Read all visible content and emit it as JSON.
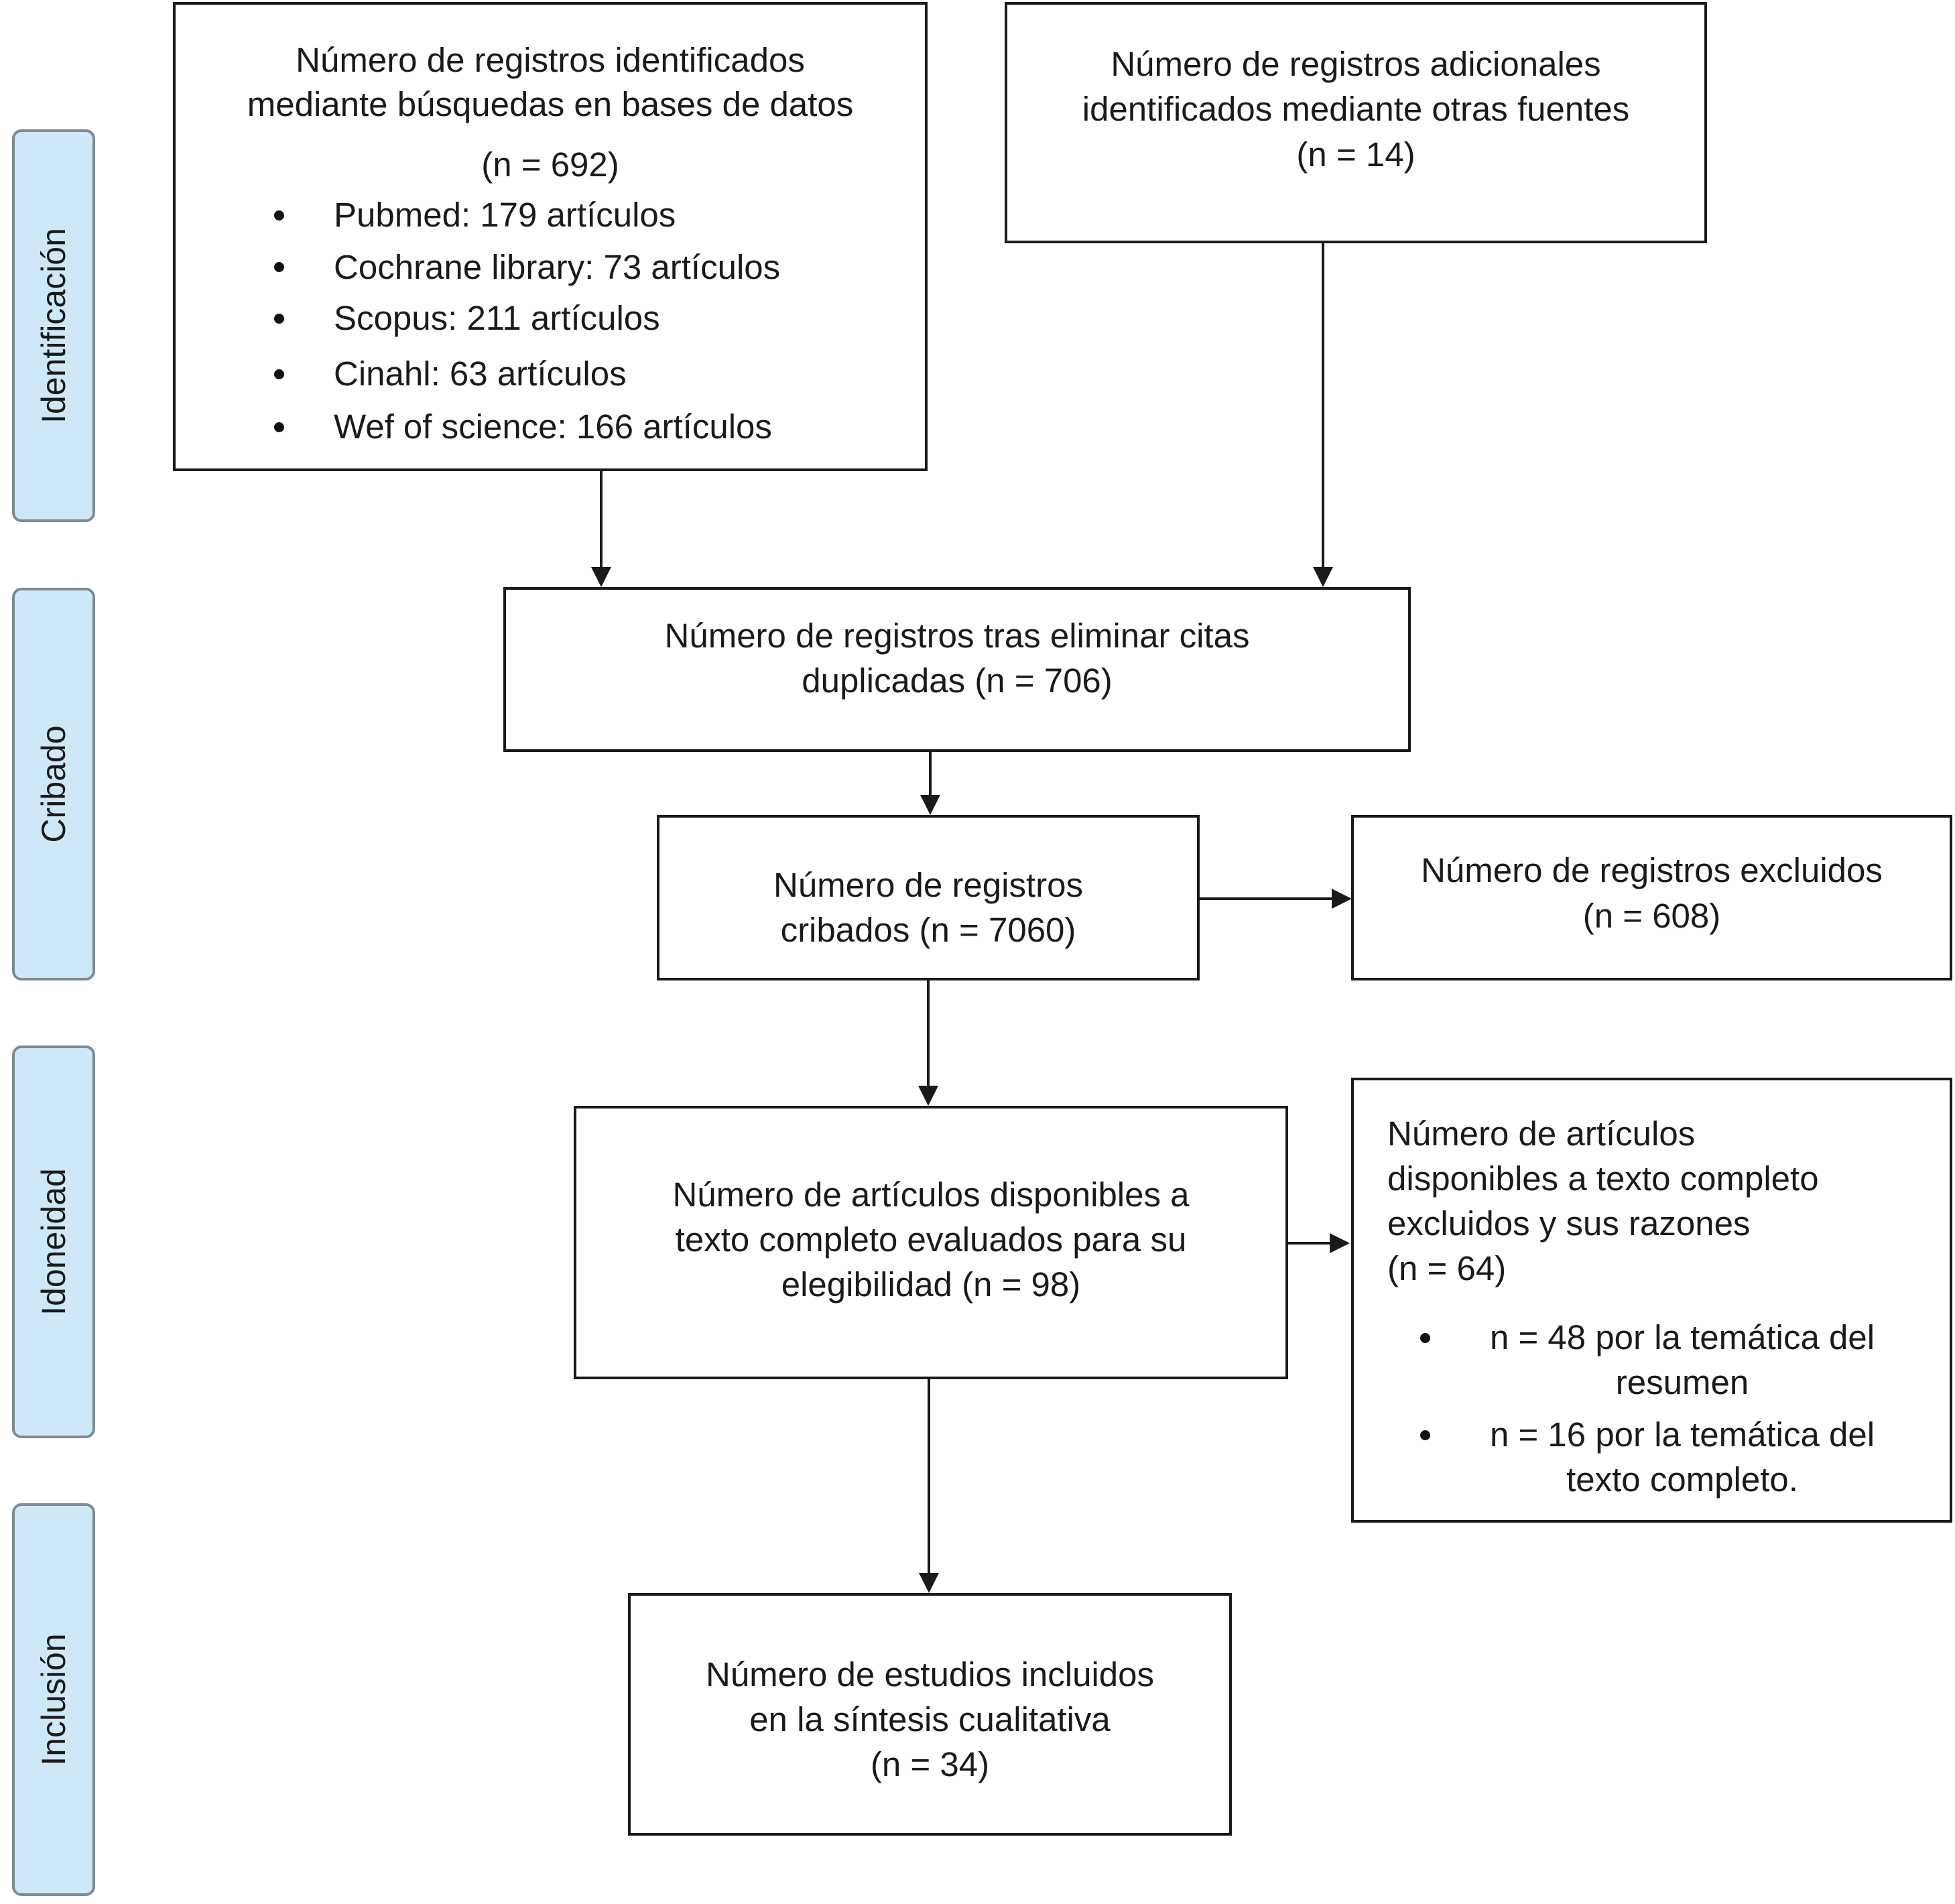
{
  "stages": {
    "identificacion": "Identificación",
    "cribado": "Cribado",
    "idoneidad": "Idoneidad",
    "inclusion": "Inclusión"
  },
  "boxes": {
    "db_search": {
      "line1": "Número de registros identificados",
      "line2": "mediante búsquedas en bases de datos",
      "count": "(n = 692)",
      "items": [
        "Pubmed: 179 artículos",
        "Cochrane library: 73 artículos",
        "Scopus: 211 artículos",
        "Cinahl: 63 artículos",
        "Wef of science: 166 artículos"
      ]
    },
    "other_sources": {
      "line1": "Número de registros adicionales",
      "line2": "identificados mediante otras fuentes",
      "count": "(n = 14)"
    },
    "deduplicated": {
      "line1": "Número de registros tras eliminar citas",
      "line2": "duplicadas (n = 706)"
    },
    "screened": {
      "line1": "Número de registros",
      "line2": "cribados (n = 7060)"
    },
    "excluded": {
      "line1": "Número de registros excluidos",
      "line2": "(n = 608)"
    },
    "fulltext_assessed": {
      "line1": "Número de artículos disponibles a",
      "line2": "texto completo evaluados para su",
      "line3": "elegibilidad (n = 98)"
    },
    "fulltext_excluded": {
      "line1": "Número de artículos",
      "line2": "disponibles a texto completo",
      "line3": "excluidos y sus razones",
      "count": "(n = 64)",
      "reason1_line1": "n = 48 por la temática del",
      "reason1_line2": "resumen",
      "reason2_line1": "n = 16 por la temática del",
      "reason2_line2": "texto completo."
    },
    "included": {
      "line1": "Número de estudios incluidos",
      "line2": "en la síntesis cualitativa",
      "count": "(n = 34)"
    }
  }
}
